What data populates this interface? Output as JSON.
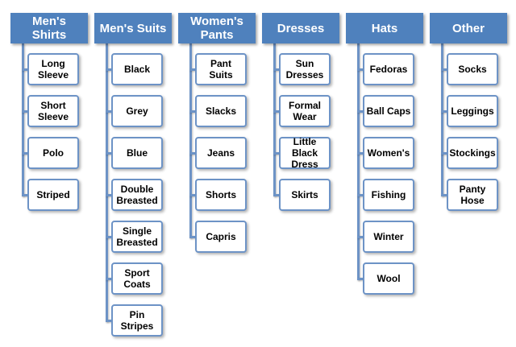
{
  "categories": [
    {
      "title": "Men's\nShirts",
      "items": [
        "Long\nSleeve",
        "Short\nSleeve",
        "Polo",
        "Striped"
      ]
    },
    {
      "title": "Men's Suits",
      "items": [
        "Black",
        "Grey",
        "Blue",
        "Double\nBreasted",
        "Single\nBreasted",
        "Sport\nCoats",
        "Pin Stripes"
      ]
    },
    {
      "title": "Women's\nPants",
      "items": [
        "Pant Suits",
        "Slacks",
        "Jeans",
        "Shorts",
        "Capris"
      ]
    },
    {
      "title": "Dresses",
      "items": [
        "Sun\nDresses",
        "Formal\nWear",
        "Little Black\nDress",
        "Skirts"
      ]
    },
    {
      "title": "Hats",
      "items": [
        "Fedoras",
        "Ball Caps",
        "Women's",
        "Fishing",
        "Winter",
        "Wool"
      ]
    },
    {
      "title": "Other",
      "items": [
        "Socks",
        "Leggings",
        "Stockings",
        "Panty Hose"
      ]
    }
  ],
  "colors": {
    "header_fill": "#4f81bd",
    "item_border": "#6d93c6",
    "connector": "#6d93c6",
    "header_text": "#ffffff"
  }
}
